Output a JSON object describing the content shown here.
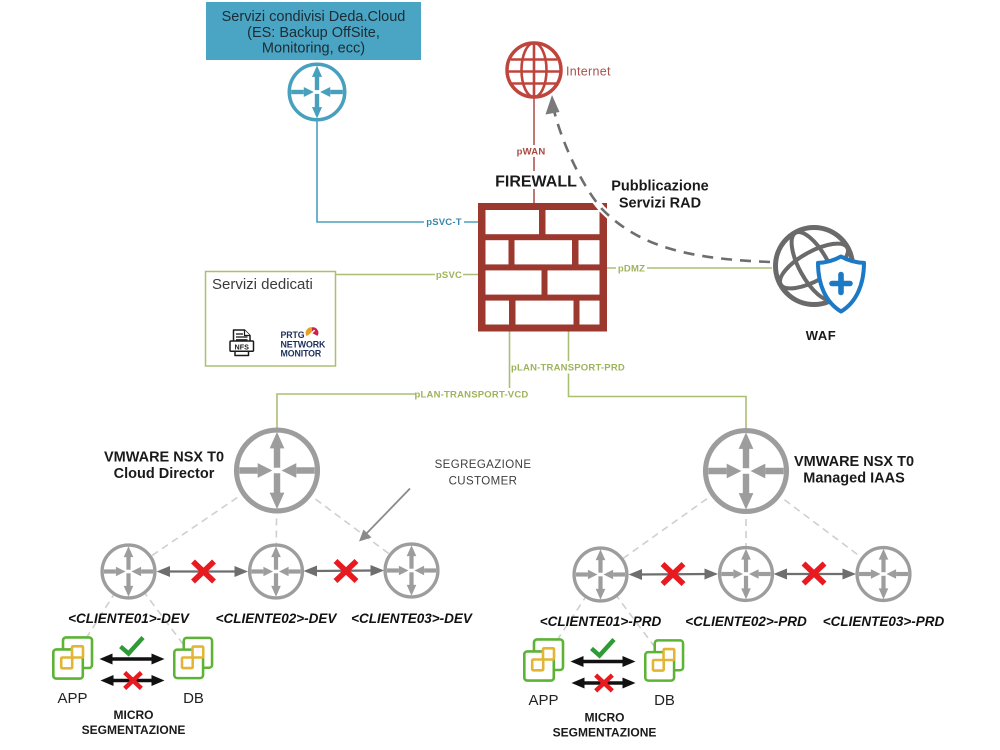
{
  "shared_services": {
    "lines": [
      "Servizi condivisi Deda.Cloud",
      "(ES: Backup OffSite,",
      "Monitoring, ecc)"
    ]
  },
  "internet": {
    "label": "Internet"
  },
  "firewall": {
    "label": "FIREWALL"
  },
  "publication": {
    "lines": [
      "Pubblicazione",
      "Servizi RAD"
    ]
  },
  "waf": {
    "label": "WAF"
  },
  "links": {
    "pwan": "pWAN",
    "psvc_t": "pSVC-T",
    "psvc": "pSVC",
    "pdmz": "pDMZ",
    "plan_transport_prd": "pLAN-TRANSPORT-PRD",
    "plan_transport_vcd": "pLAN-TRANSPORT-VCD"
  },
  "dedicated_services": {
    "title": "Servizi dedicati",
    "nfs_label": "NFS",
    "prtg_lines": [
      "PRTG",
      "NETWORK",
      "MONITOR"
    ]
  },
  "nsx_left": {
    "lines": [
      "VMWARE NSX T0",
      "Cloud Director"
    ]
  },
  "nsx_right": {
    "lines": [
      "VMWARE NSX T0",
      "Managed IAAS"
    ]
  },
  "segregation": {
    "lines": [
      "SEGREGAZIONE",
      "CUSTOMER"
    ]
  },
  "clients_dev": {
    "c1": "<CLIENTE01>-DEV",
    "c2": "<CLIENTE02>-DEV",
    "c3": "<CLIENTE03>-DEV"
  },
  "clients_prd": {
    "c1": "<CLIENTE01>-PRD",
    "c2": "<CLIENTE02>-PRD",
    "c3": "<CLIENTE03>-PRD"
  },
  "micro_left": {
    "app": "APP",
    "db": "DB",
    "lines": [
      "MICRO",
      "SEGMENTAZIONE"
    ]
  },
  "micro_right": {
    "app": "APP",
    "db": "DB",
    "lines": [
      "MICRO",
      "SEGMENTAZIONE"
    ]
  },
  "colors": {
    "teal_box": "#4aa5c4",
    "teal_line": "#4aa0bd",
    "brick_red": "#9d382e",
    "globe_red": "#bf453c",
    "olive_green": "#abbf74",
    "gray_router": "#9d9d9d",
    "dashed_gray": "#6e6e6e",
    "shield_blue": "#1b79c6",
    "cross_red": "#e81a20",
    "check_green": "#2e9b36",
    "vm_green": "#5cb336",
    "vm_yellow": "#e2b535",
    "prtg_navy": "#1e2f5e"
  }
}
